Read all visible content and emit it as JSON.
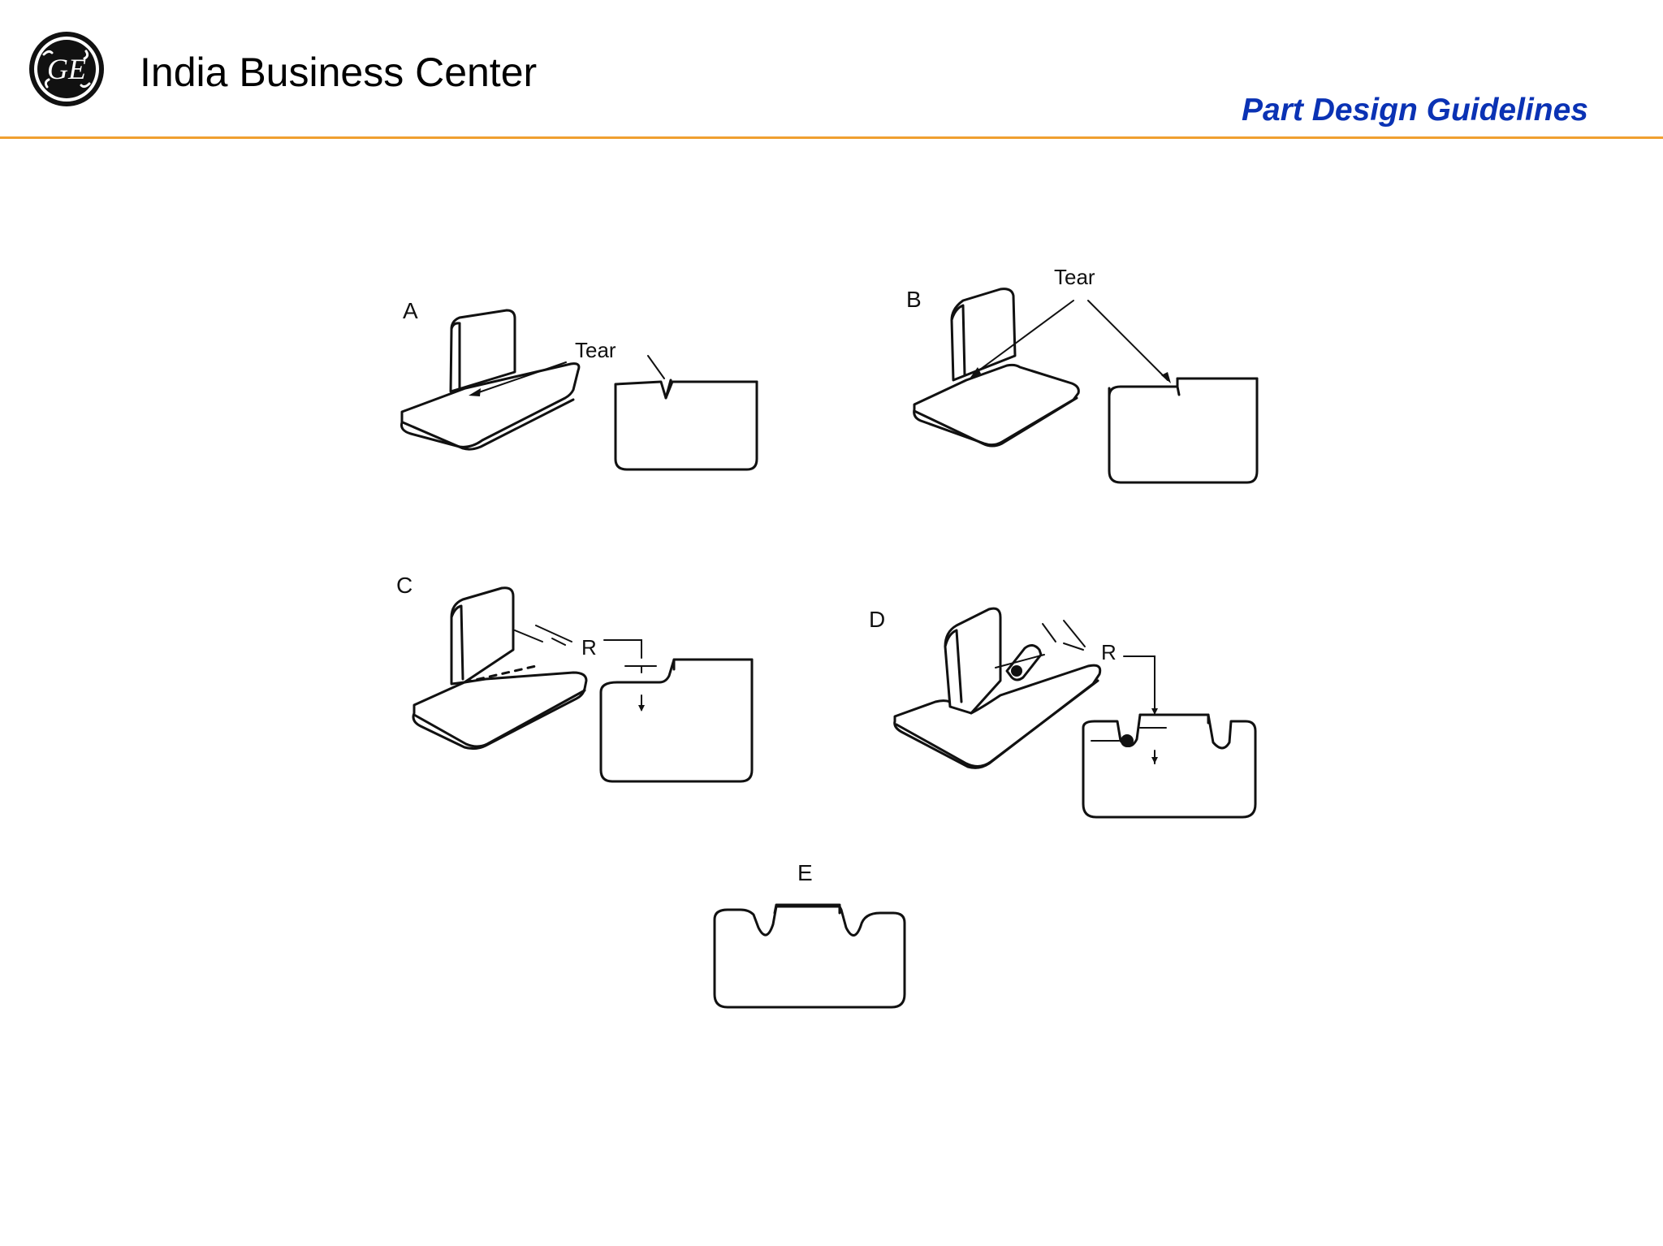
{
  "header": {
    "company": "India Business Center",
    "section_title": "Part Design Guidelines",
    "logo_text": "GE",
    "accent_color": "#f0a030",
    "title_color": "#0a32b4"
  },
  "diagram": {
    "labels": {
      "a": "A",
      "b": "B",
      "c": "C",
      "d": "D",
      "e": "E"
    },
    "annotations": {
      "tear_a": "Tear",
      "tear_b": "Tear",
      "r_c": "R",
      "r_d": "R"
    }
  }
}
